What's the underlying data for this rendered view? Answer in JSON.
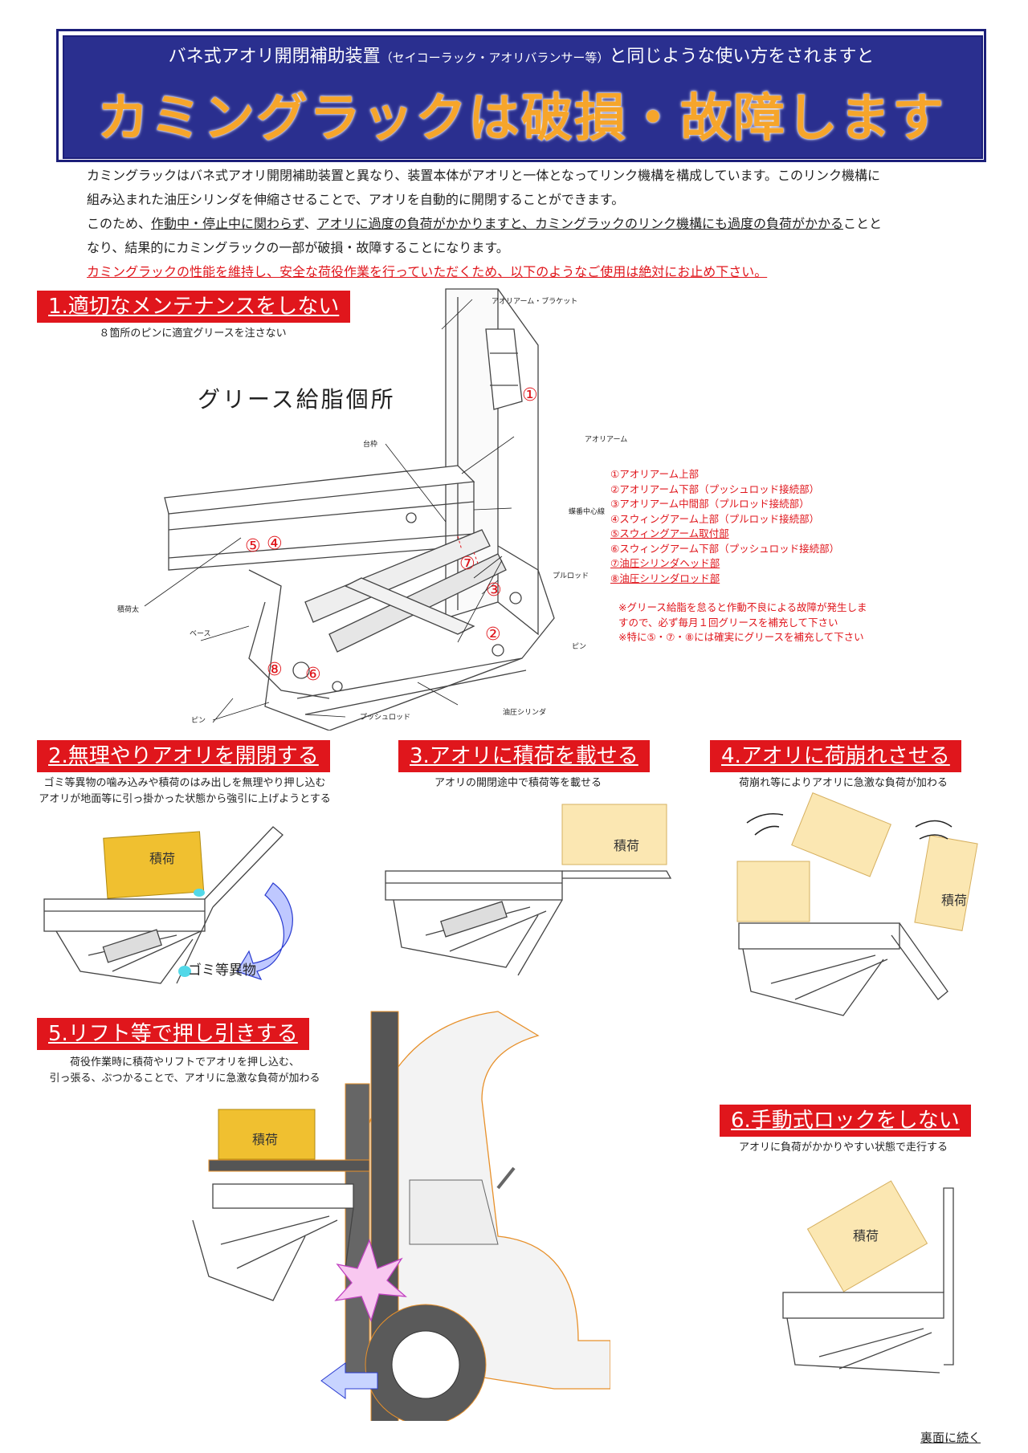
{
  "banner": {
    "subtitle_main": "バネ式アオリ開閉補助装置",
    "subtitle_paren": "（セイコーラック・アオリバランサー等）",
    "subtitle_tail": "と同じような使い方をされますと",
    "headline": "カミングラックは破損・故障します",
    "bg_color": "#2a2f8f",
    "headline_color": "#f6a52b"
  },
  "intro": {
    "line1": "カミングラックはバネ式アオリ開閉補助装置と異なり、装置本体がアオリと一体となってリンク機構を構成しています。このリンク機構に",
    "line2": "組み込まれた油圧シリンダを伸縮させることで、アオリを自動的に開閉することができます。",
    "line3_pre": "このため、",
    "line3_u1": "作動中・停止中に関わらず",
    "line3_mid": "、",
    "line3_u2": "アオリに過度の負荷がかかりますと、カミングラックのリンク機構にも過度の負荷がかかる",
    "line3_post": "ことと",
    "line4": "なり、結果的にカミングラックの一部が破損・故障することになります。",
    "warning": "カミングラックの性能を維持し、安全な荷役作業を行っていただくため、以下のようなご使用は絶対にお止め下さい。"
  },
  "sections": [
    {
      "title": "1.適切なメンテナンスをしない",
      "desc": [
        "８箇所のピンに適宜グリースを注さない"
      ]
    },
    {
      "title": "2.無理やりアオリを開閉する",
      "desc": [
        "ゴミ等異物の噛み込みや積荷のはみ出しを無理やり押し込む",
        "アオリが地面等に引っ掛かった状態から強引に上げようとする"
      ]
    },
    {
      "title": "3.アオリに積荷を載せる",
      "desc": [
        "アオリの開閉途中で積荷等を載せる"
      ]
    },
    {
      "title": "4.アオリに荷崩れさせる",
      "desc": [
        "荷崩れ等によりアオリに急激な負荷が加わる"
      ]
    },
    {
      "title": "5.リフト等で押し引きする",
      "desc": [
        "荷役作業時に積荷やリフトでアオリを押し込む、",
        "引っ張る、ぶつかることで、アオリに急激な負荷が加わる"
      ]
    },
    {
      "title": "6.手動式ロックをしない",
      "desc": [
        "アオリに負荷がかかりやすい状態で走行する"
      ]
    }
  ],
  "diagram1": {
    "title": "グリース給脂個所",
    "labels": {
      "bracket": "アオリアーム・ブラケット",
      "daiwaku": "台枠",
      "aori_arm": "アオリアーム",
      "hinge": "蝶番中心線",
      "pull_rod": "プルロッド",
      "pin_right": "ピン",
      "seki": "積荷太",
      "base": "ベース",
      "pin_left": "ピン",
      "push_rod": "プッシュロッド",
      "cylinder": "油圧シリンダ"
    },
    "numbers": [
      "①",
      "②",
      "③",
      "④",
      "⑤",
      "⑥",
      "⑦",
      "⑧"
    ],
    "points": [
      "①アオリアーム上部",
      "②アオリアーム下部（プッシュロッド接続部）",
      "③アオリアーム中間部（プルロッド接続部）",
      "④スウィングアーム上部（プルロッド接続部）",
      "⑤スウィングアーム取付部",
      "⑥スウィングアーム下部（プッシュロッド接続部）",
      "⑦油圧シリンダヘッド部",
      "⑧油圧シリンダロッド部"
    ],
    "notes": [
      "※グリース給脂を怠ると作動不良による故障が発生しま",
      "すので、必ず毎月１回グリースを補充して下さい",
      "※特に⑤・⑦・⑧には確実にグリースを補充して下さい"
    ]
  },
  "cargo_label": "積荷",
  "debris_label": "ゴミ等異物",
  "footer": "裏面に続く"
}
